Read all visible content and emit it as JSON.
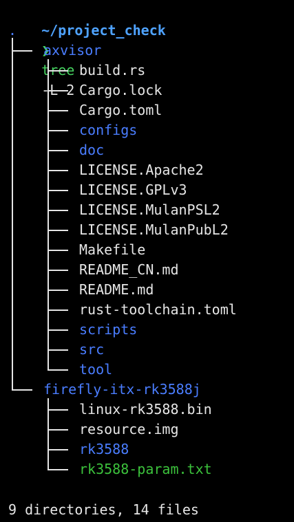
{
  "prompt": {
    "dir": "~/project_check",
    "arrow": "❯",
    "command": "tree",
    "args": "-L 2"
  },
  "root": ".",
  "tree": [
    {
      "name": "axvisor",
      "type": "dir",
      "children": [
        {
          "name": "build.rs",
          "type": "file"
        },
        {
          "name": "Cargo.lock",
          "type": "file"
        },
        {
          "name": "Cargo.toml",
          "type": "file"
        },
        {
          "name": "configs",
          "type": "dir"
        },
        {
          "name": "doc",
          "type": "dir"
        },
        {
          "name": "LICENSE.Apache2",
          "type": "file"
        },
        {
          "name": "LICENSE.GPLv3",
          "type": "file"
        },
        {
          "name": "LICENSE.MulanPSL2",
          "type": "file"
        },
        {
          "name": "LICENSE.MulanPubL2",
          "type": "file"
        },
        {
          "name": "Makefile",
          "type": "file"
        },
        {
          "name": "README_CN.md",
          "type": "file"
        },
        {
          "name": "README.md",
          "type": "file"
        },
        {
          "name": "rust-toolchain.toml",
          "type": "file"
        },
        {
          "name": "scripts",
          "type": "dir"
        },
        {
          "name": "src",
          "type": "dir"
        },
        {
          "name": "tool",
          "type": "dir"
        }
      ]
    },
    {
      "name": "firefly-itx-rk3588j",
      "type": "dir",
      "children": [
        {
          "name": "linux-rk3588.bin",
          "type": "file"
        },
        {
          "name": "resource.img",
          "type": "file"
        },
        {
          "name": "rk3588",
          "type": "dir"
        },
        {
          "name": "rk3588-param.txt",
          "type": "exec"
        }
      ]
    }
  ],
  "summary": "9 directories, 14 files"
}
